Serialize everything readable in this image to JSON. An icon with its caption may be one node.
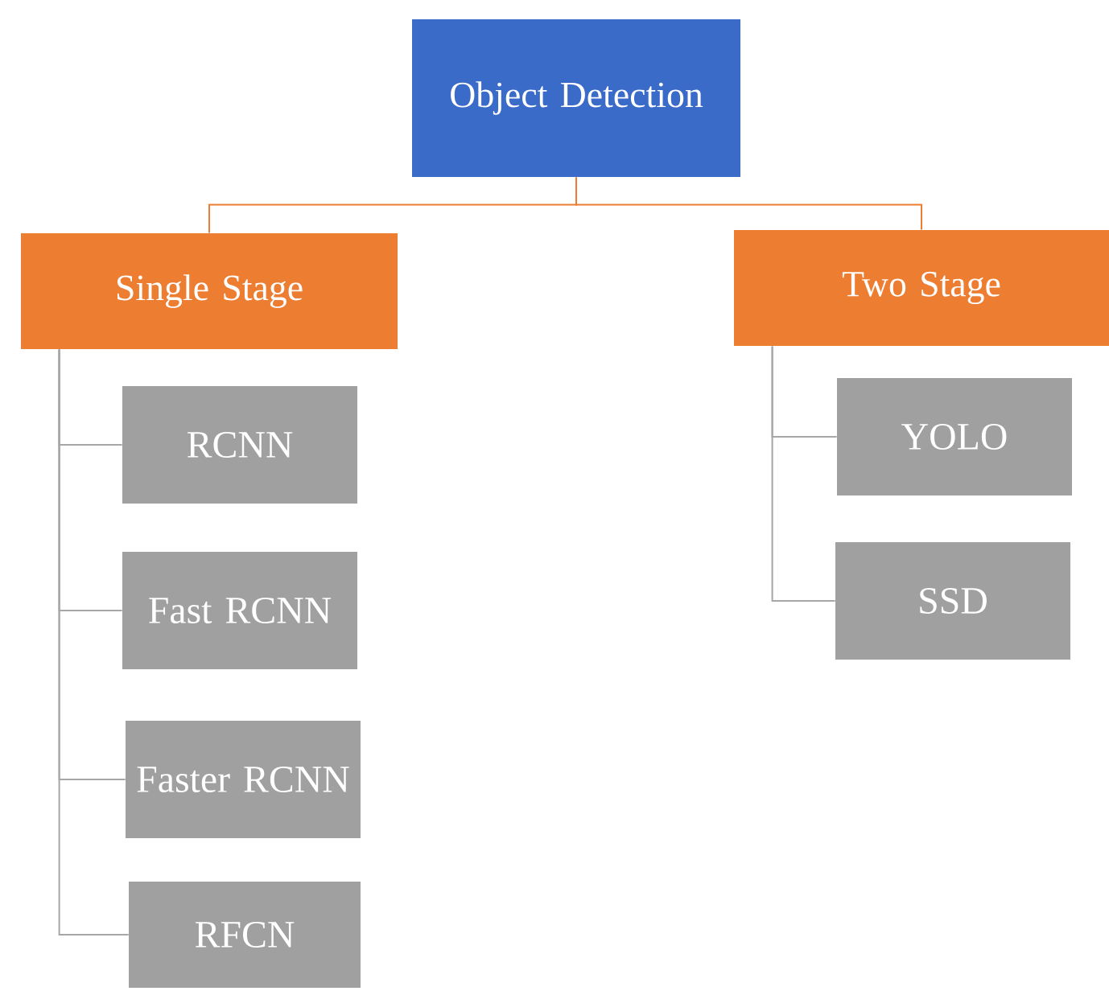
{
  "diagram": {
    "nodes": [
      {
        "text": [
          "Object Detection"
        ]
      },
      {
        "text": [
          "Single Stage"
        ]
      },
      {
        "text": [
          "Two Stage"
        ]
      },
      {
        "text": [
          "RCNN"
        ]
      },
      {
        "text": [
          "Fast RCNN"
        ]
      },
      {
        "text": [
          "Faster RCNN"
        ]
      },
      {
        "text": [
          "RFCN"
        ]
      },
      {
        "text": [
          "YOLO"
        ]
      },
      {
        "text": [
          "SSD"
        ]
      }
    ],
    "edges": [
      {
        "from": 0,
        "to": 1,
        "arrow": "none",
        "color": "#ed7d31"
      },
      {
        "from": 0,
        "to": 2,
        "arrow": "none",
        "color": "#ed7d31"
      },
      {
        "from": 1,
        "to": 3,
        "arrow": "none"
      },
      {
        "from": 1,
        "to": 4,
        "arrow": "none"
      },
      {
        "from": 1,
        "to": 5,
        "arrow": "none"
      },
      {
        "from": 1,
        "to": 6,
        "arrow": "none"
      },
      {
        "from": 2,
        "to": 7,
        "arrow": "none"
      },
      {
        "from": 2,
        "to": 8,
        "arrow": "none"
      }
    ]
  }
}
